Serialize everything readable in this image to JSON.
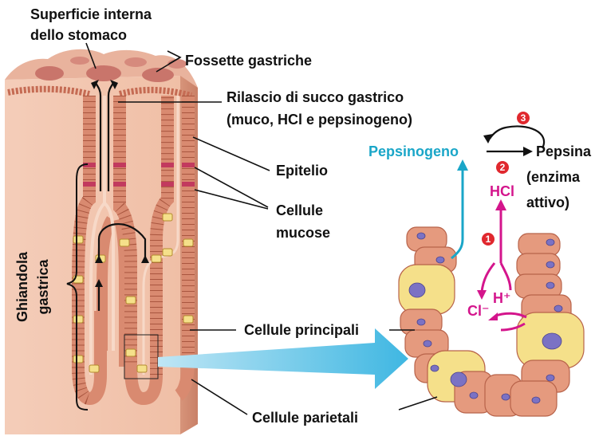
{
  "labels": {
    "superficie_line1": "Superficie interna",
    "superficie_line2": "dello stomaco",
    "fossette": "Fossette gastriche",
    "rilascio_line1": "Rilascio di succo gastrico",
    "rilascio_line2": "(muco, HCl e pepsinogeno)",
    "epitelio": "Epitelio",
    "mucose_line1": "Cellule",
    "mucose_line2": "mucose",
    "ghiandola_line1": "Ghiandola",
    "ghiandola_line2": "gastrica",
    "principali": "Cellule principali",
    "parietali": "Cellule parietali"
  },
  "chemistry": {
    "pepsinogeno": "Pepsinogeno",
    "pepsina": "Pepsina",
    "enzima_line1": "(enzima",
    "enzima_line2": "attivo)",
    "hcl": "HCl",
    "h_ion": "H⁺",
    "cl_ion": "Cl⁻"
  },
  "steps": [
    "1",
    "2",
    "3"
  ],
  "colors": {
    "tissue": "#f2c6b0",
    "tissue_dark": "#e3a58c",
    "cell": "#e59a7e",
    "cell_outline": "#b8634a",
    "nucleus": "#7b72c4",
    "parietal": "#f5e08a",
    "band": "#c23a5e",
    "cyan": "#1aa6c8",
    "magenta": "#d4158c",
    "badge": "#e0282e"
  }
}
